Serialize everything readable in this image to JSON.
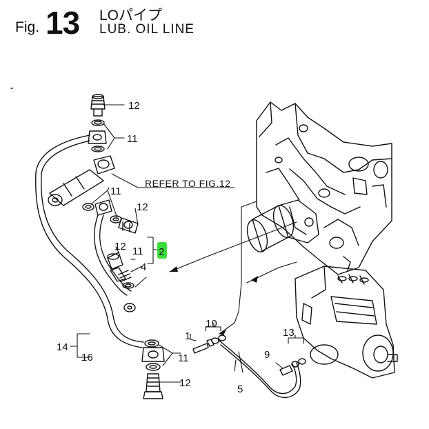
{
  "header": {
    "fig_word": "Fig.",
    "fig_number": "13",
    "title_jp": "LOパイプ",
    "title_en": "LUB. OIL LINE"
  },
  "callouts": {
    "refer_note": "REFER TO FIG.12",
    "n1": "1",
    "n2": "2",
    "n4": "4",
    "n5": "5",
    "n9": "9",
    "n10": "10",
    "n11_top": "11",
    "n11_mid": "11",
    "n11_side": "11",
    "n11_bottom": "11",
    "n12_top": "12",
    "n12_mid": "12",
    "n12_left": "12",
    "n12_bottom": "12",
    "n13": "13",
    "n14": "14",
    "n16": "16"
  },
  "colors": {
    "line": "#111111",
    "highlight": "#3ddc3d"
  }
}
